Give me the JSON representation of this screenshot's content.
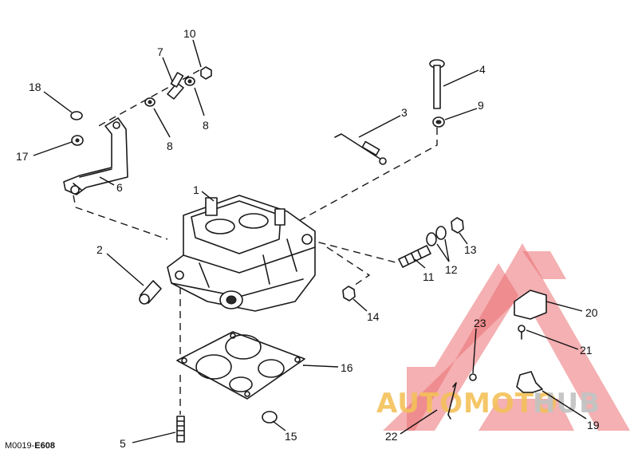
{
  "diagram": {
    "figure_code": {
      "prefix": "M0019-",
      "suffix": "E608"
    },
    "callouts": [
      "1",
      "2",
      "3",
      "4",
      "5",
      "6",
      "7",
      "8",
      "8",
      "9",
      "10",
      "11",
      "12",
      "13",
      "14",
      "15",
      "16",
      "17",
      "18",
      "19",
      "20",
      "21",
      "22",
      "23"
    ]
  },
  "watermark": {
    "word_a": "AUTOMOTO",
    "word_b": "HUB",
    "colors": {
      "triangle": "#e8555a",
      "primary": "#f2b63c",
      "secondary": "#c0c0c0"
    }
  }
}
